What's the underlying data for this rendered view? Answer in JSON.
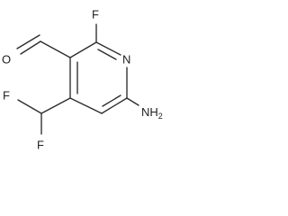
{
  "molecule": {
    "atoms": {
      "fluorine_top": "F",
      "nitrogen_ring": "N",
      "aldehyde_oxygen": "O",
      "amino_group": "NH2",
      "amino_group_prefix": "NH",
      "amino_group_subscript": "2",
      "difluoromethyl_f_left": "F",
      "difluoromethyl_f_bottom": "F"
    }
  }
}
